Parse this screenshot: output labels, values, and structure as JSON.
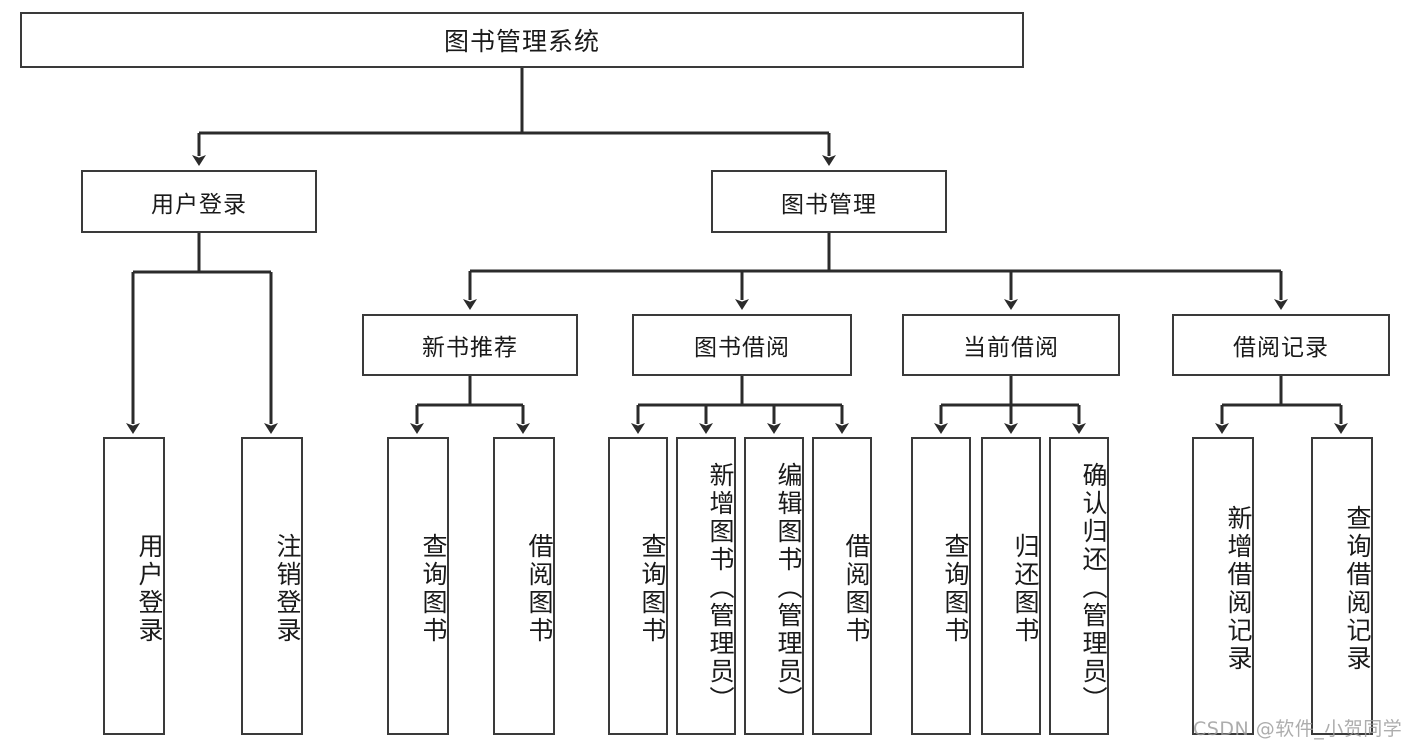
{
  "diagram": {
    "title": "图书管理系统",
    "type": "tree-hierarchy",
    "nodes": {
      "root": {
        "label": "图书管理系统"
      },
      "level2": [
        {
          "id": "user-login",
          "label": "用户登录"
        },
        {
          "id": "book-manage",
          "label": "图书管理"
        }
      ],
      "level3": [
        {
          "id": "new-book-recommend",
          "label": "新书推荐"
        },
        {
          "id": "book-borrow",
          "label": "图书借阅"
        },
        {
          "id": "current-borrow",
          "label": "当前借阅"
        },
        {
          "id": "borrow-record",
          "label": "借阅记录"
        }
      ],
      "leaves": [
        {
          "id": "leaf-user-login",
          "label": "用户登录",
          "parent": "user-login"
        },
        {
          "id": "leaf-logout-login",
          "label": "注销登录",
          "parent": "user-login"
        },
        {
          "id": "leaf-query-book-1",
          "label": "查询图书",
          "parent": "new-book-recommend"
        },
        {
          "id": "leaf-borrow-book-1",
          "label": "借阅图书",
          "parent": "new-book-recommend"
        },
        {
          "id": "leaf-query-book-2",
          "label": "查询图书",
          "parent": "book-borrow"
        },
        {
          "id": "leaf-add-book",
          "label": "新增图书（管理员）",
          "parent": "book-borrow"
        },
        {
          "id": "leaf-edit-book",
          "label": "编辑图书（管理员）",
          "parent": "book-borrow"
        },
        {
          "id": "leaf-borrow-book-2",
          "label": "借阅图书",
          "parent": "book-borrow"
        },
        {
          "id": "leaf-query-book-3",
          "label": "查询图书",
          "parent": "current-borrow"
        },
        {
          "id": "leaf-return-book",
          "label": "归还图书",
          "parent": "current-borrow"
        },
        {
          "id": "leaf-confirm-return",
          "label": "确认归还（管理员）",
          "parent": "current-borrow"
        },
        {
          "id": "leaf-add-record",
          "label": "新增借阅记录",
          "parent": "borrow-record"
        },
        {
          "id": "leaf-query-record",
          "label": "查询借阅记录",
          "parent": "borrow-record"
        }
      ]
    },
    "colors": {
      "border": "#3a3a3a",
      "background": "#ffffff",
      "text": "#1a1a1a",
      "edge": "#2b2b2b",
      "watermark": "#9c9c9c"
    }
  },
  "watermark": {
    "text": "CSDN @软件_小贺同学"
  }
}
